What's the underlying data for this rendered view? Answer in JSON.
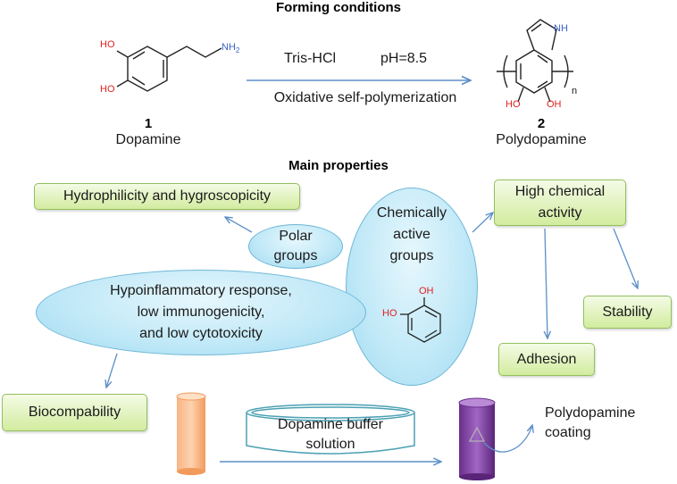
{
  "headings": {
    "forming": "Forming conditions",
    "main": "Main properties"
  },
  "reaction": {
    "reagent": "Tris-HCl",
    "ph": "pH=8.5",
    "process": "Oxidative self-polymerization"
  },
  "compounds": {
    "dopamine": {
      "number": "1",
      "name": "Dopamine",
      "atoms": {
        "oh_top": "HO",
        "oh_bottom": "HO",
        "amine": "NH2"
      }
    },
    "polydopamine": {
      "number": "2",
      "name": "Polydopamine",
      "atoms": {
        "nh": "NH",
        "oh_left": "HO",
        "oh_right": "OH",
        "n": "n"
      }
    }
  },
  "properties": {
    "hydrophilicity": "Hydrophilicity and hygroscopicity",
    "polar_groups": [
      "Polar",
      "groups"
    ],
    "chemically_active": [
      "Chemically",
      "active",
      "groups"
    ],
    "catechol_atoms": {
      "oh_top": "OH",
      "oh_left": "HO"
    },
    "high_activity": [
      "High chemical",
      "activity"
    ],
    "hypo": [
      "Hypoinflammatory response,",
      "low immunogenicity,",
      "and low cytotoxicity"
    ],
    "stability": "Stability",
    "adhesion": "Adhesion",
    "biocompatibility": "Biocompability"
  },
  "coating": {
    "buffer": [
      "Dopamine buffer",
      "solution"
    ],
    "result": [
      "Polydopamine",
      "coating"
    ]
  },
  "colors": {
    "green_box": "#d2ec9f",
    "blue_oval": "#bfe8f7",
    "arrow": "#5b8fc7",
    "substrate": "#f6a86b",
    "coated_substrate": "#7b3f9e"
  }
}
